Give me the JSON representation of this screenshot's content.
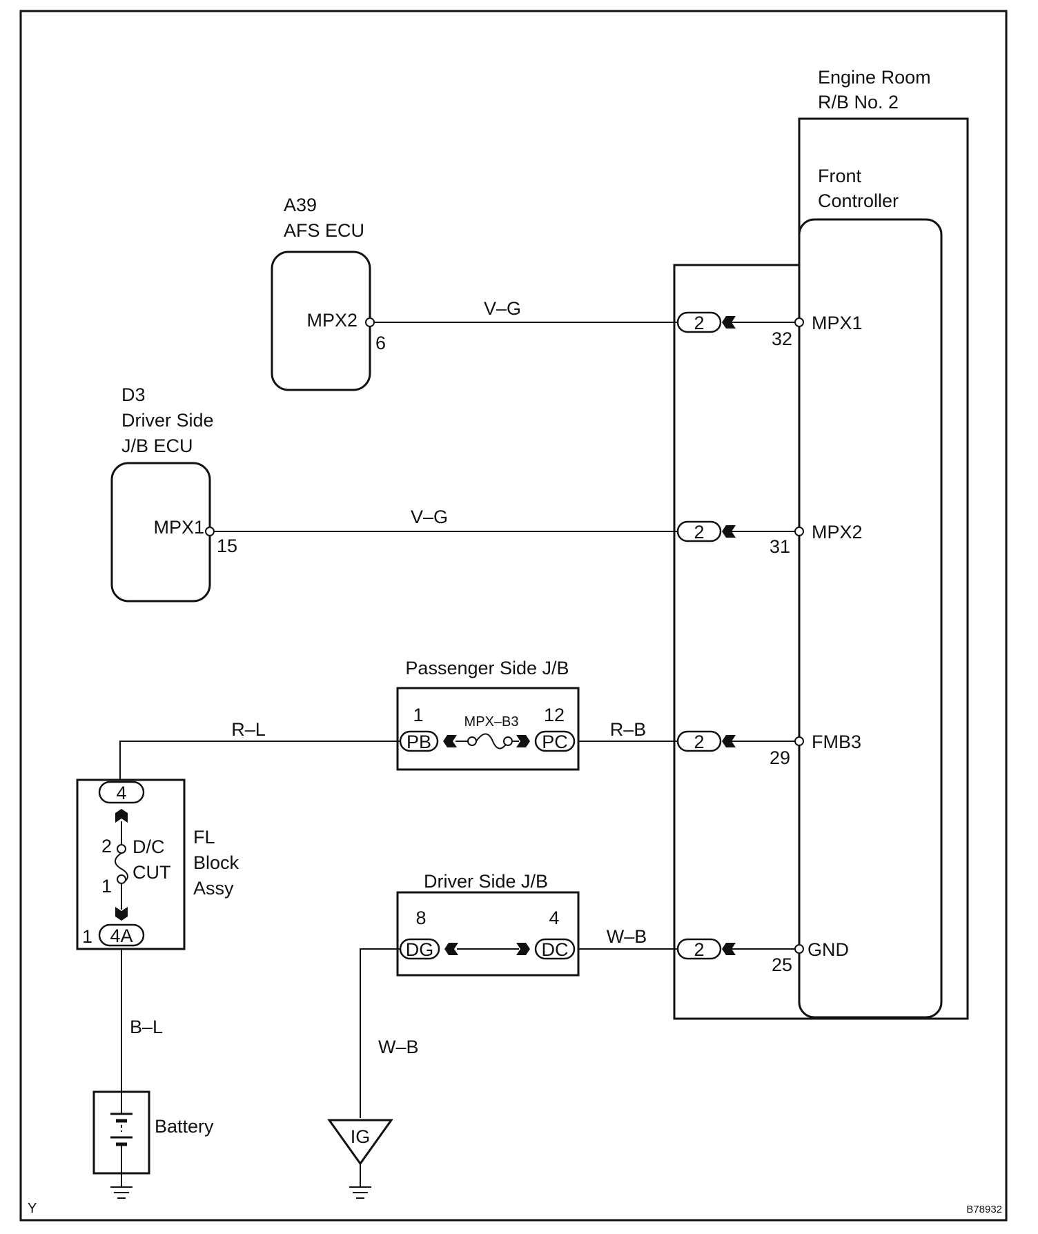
{
  "components": {
    "engine_room_rb": {
      "line1": "Engine Room",
      "line2": "R/B No. 2"
    },
    "front_controller": {
      "line1": "Front",
      "line2": "Controller"
    },
    "afs_ecu": {
      "code": "A39",
      "name": "AFS ECU",
      "terminal": "MPX2",
      "pin": "6"
    },
    "driver_side_jb_ecu": {
      "code": "D3",
      "line1": "Driver Side",
      "line2": "J/B ECU",
      "terminal": "MPX1",
      "pin": "15"
    },
    "passenger_side_jb": {
      "title": "Passenger Side J/B",
      "pin_left": "1",
      "pin_right": "12",
      "fuse": "MPX–B3",
      "conn_left": "PB",
      "conn_right": "PC"
    },
    "driver_side_jb": {
      "title": "Driver Side J/B",
      "pin_left": "8",
      "pin_right": "4",
      "conn_left": "DG",
      "conn_right": "DC"
    },
    "fl_block": {
      "line1": "FL",
      "line2": "Block",
      "line3": "Assy",
      "fuse_line1": "D/C",
      "fuse_line2": "CUT",
      "pin_top": "2",
      "pin_bottom": "1",
      "conn_top": "4",
      "conn_bottom": "4A",
      "conn_bottom_pin": "1"
    },
    "battery": {
      "label": "Battery"
    },
    "ig_ground": {
      "label": "IG"
    }
  },
  "controller_terminals": [
    {
      "name": "MPX1",
      "pin": "32",
      "connector": "2"
    },
    {
      "name": "MPX2",
      "pin": "31",
      "connector": "2"
    },
    {
      "name": "FMB3",
      "pin": "29",
      "connector": "2"
    },
    {
      "name": "GND",
      "pin": "25",
      "connector": "2"
    }
  ],
  "wire_colors": {
    "afs_to_controller": "V–G",
    "jb_ecu_to_controller": "V–G",
    "fl_to_passenger_jb": "R–L",
    "passenger_jb_to_controller": "R–B",
    "driver_jb_to_controller": "W–B",
    "driver_jb_to_ground": "W–B",
    "battery_to_fl": "B–L"
  },
  "footer": {
    "left_mark": "Y",
    "figure_id": "B78932"
  }
}
